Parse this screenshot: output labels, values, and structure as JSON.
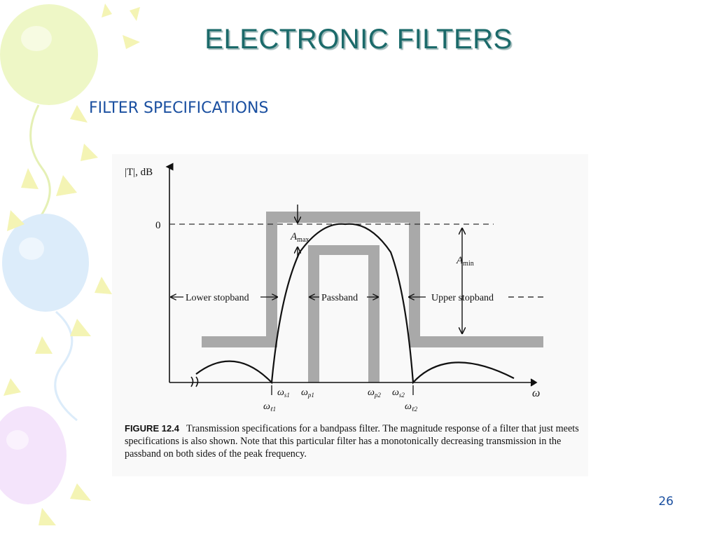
{
  "slide": {
    "title": "ELECTRONIC FILTERS",
    "subtitle": "FILTER SPECIFICATIONS",
    "page_number": "26"
  },
  "figure": {
    "y_axis_label": "|T|, dB",
    "zero_label": "0",
    "x_axis_label": "ω",
    "a_max": {
      "symbol": "A",
      "sub": "max"
    },
    "a_min": {
      "symbol": "A",
      "sub": "min"
    },
    "regions": {
      "lower_stopband": "Lower stopband",
      "passband": "Passband",
      "upper_stopband": "Upper stopband"
    },
    "frequencies": {
      "ws1": {
        "symbol": "ω",
        "sub": "s1"
      },
      "wp1": {
        "symbol": "ω",
        "sub": "p1"
      },
      "wp2": {
        "symbol": "ω",
        "sub": "p2"
      },
      "ws2": {
        "symbol": "ω",
        "sub": "s2"
      },
      "wl1": {
        "symbol": "ω",
        "sub": "ℓ1"
      },
      "wl2": {
        "symbol": "ω",
        "sub": "ℓ2"
      }
    },
    "caption": {
      "label": "FIGURE 12.4",
      "text": "Transmission specifications for a bandpass filter. The magnitude response of a filter that just meets specifications is also shown. Note that this particular filter has a monotonically decreasing transmission in the passband on both sides of the peak frequency."
    }
  },
  "decoration": {
    "balloon_colors": [
      "#ecf6c4",
      "#d6ecfb",
      "#f3e2fa"
    ],
    "accent_yellow": "#f3f3b0"
  }
}
